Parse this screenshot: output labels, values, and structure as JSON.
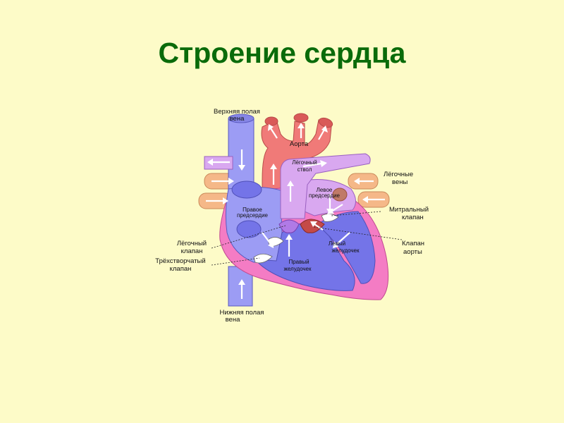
{
  "slide": {
    "title": "Строение сердца"
  },
  "labels": {
    "superior_vena_cava": [
      "Верхняя полая",
      "вена"
    ],
    "aorta": "Аорта",
    "pulmonary_trunk": [
      "Лёгочный",
      "ствол"
    ],
    "pulmonary_veins": [
      "Лёгочные",
      "вены"
    ],
    "left_atrium": [
      "Левое",
      "предсердие"
    ],
    "right_atrium": [
      "Правое",
      "предсердие"
    ],
    "mitral_valve": [
      "Митральный",
      "клапан"
    ],
    "pulmonary_valve": [
      "Лёгочный",
      "клапан"
    ],
    "aortic_valve": [
      "Клапан",
      "аорты"
    ],
    "left_ventricle": [
      "Левый",
      "желудочек"
    ],
    "tricuspid_valve": [
      "Трёхстворчатый",
      "клапан"
    ],
    "right_ventricle": [
      "Правый",
      "желудочек"
    ],
    "inferior_vena_cava": [
      "Нижняя полая",
      "вена"
    ]
  },
  "colors": {
    "background": "#fdfbc8",
    "title": "#0a6b0a",
    "aorta_red": "#f07a78",
    "vein_blue": "#9c9cf4",
    "pulmonary_violet": "#d9a8f0",
    "pulmonary_vein_orange": "#f5b888",
    "heart_wall_pink": "#f47cc4",
    "ventricle_blue": "#7474e8"
  }
}
